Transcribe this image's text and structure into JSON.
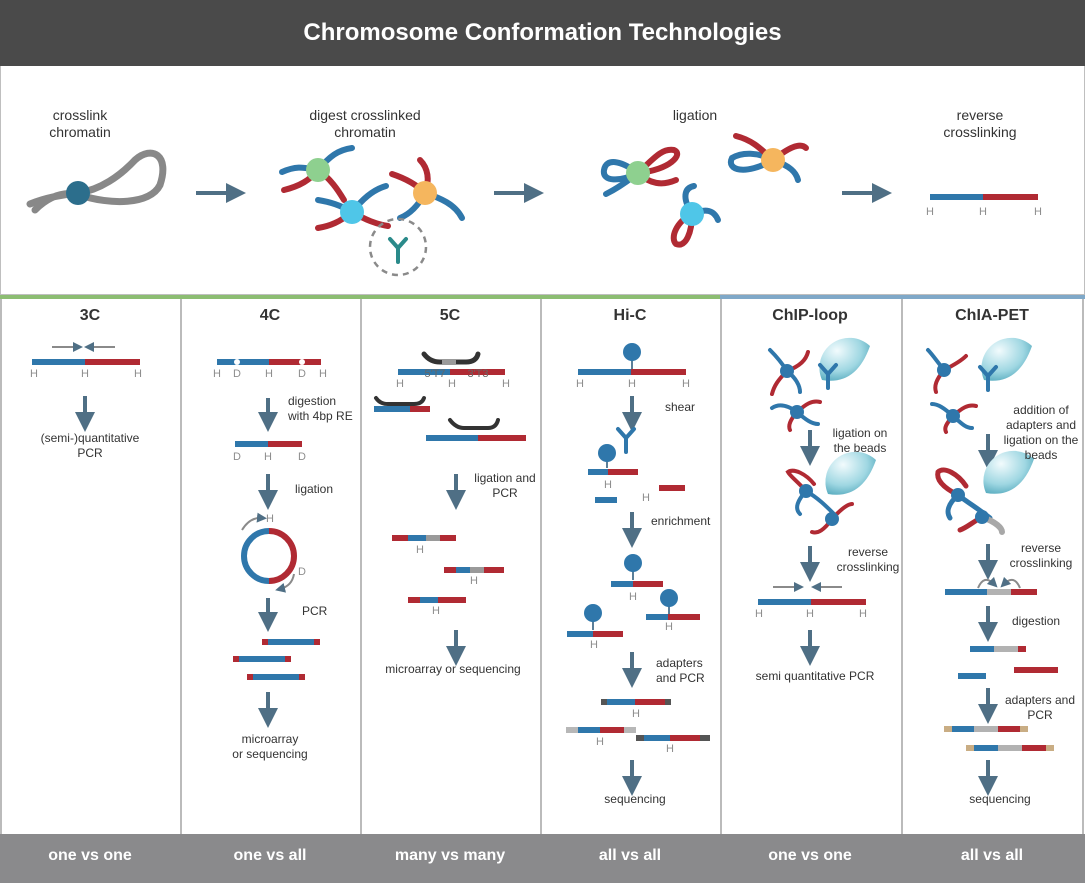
{
  "title": "Chromosome Conformation Technologies",
  "colors": {
    "title_bg": "#4a4a4a",
    "footer_bg": "#8a8a8c",
    "blue": "#2f77ab",
    "red": "#b02a33",
    "gray_strand": "#888888",
    "arrow": "#4f6f85",
    "green_divider": "#8cbd72",
    "blue_divider": "#7fa8c8",
    "green_protein": "#8ed08f",
    "cyan_protein": "#4fc6e8",
    "orange_protein": "#f5b65e",
    "antibody": "#2a8a8a"
  },
  "top_steps": {
    "crosslink": "crosslink\nchromatin",
    "digest": "digest crosslinked\nchromatin",
    "ligation": "ligation",
    "reverse": "reverse\ncrosslinking"
  },
  "site_labels": {
    "h": "H",
    "d": "D"
  },
  "columns": [
    {
      "title": "3C",
      "footer": "one vs one",
      "labels": [
        "(semi-)quantitative\nPCR"
      ]
    },
    {
      "title": "4C",
      "footer": "one vs all",
      "labels": [
        "digestion\nwith 4bp RE",
        "ligation",
        "PCR",
        "microarray\nor sequencing"
      ]
    },
    {
      "title": "5C",
      "footer": "many vs many",
      "primers": [
        "5'T7",
        "3'T3"
      ],
      "labels": [
        "ligation and\nPCR",
        "microarray or sequencing"
      ]
    },
    {
      "title": "Hi-C",
      "footer": "all vs all",
      "labels": [
        "shear",
        "enrichment",
        "adapters\nand PCR",
        "sequencing"
      ]
    },
    {
      "title": "ChIP-loop",
      "footer": "one vs one",
      "labels": [
        "ligation on\nthe beads",
        "reverse\ncrosslinking",
        "semi quantitative PCR"
      ]
    },
    {
      "title": "ChIA-PET",
      "footer": "all vs all",
      "labels": [
        "addition of\nadapters and\nligation on the\nbeads",
        "reverse\ncrosslinking",
        "digestion",
        "adapters and\nPCR",
        "sequencing"
      ]
    }
  ]
}
